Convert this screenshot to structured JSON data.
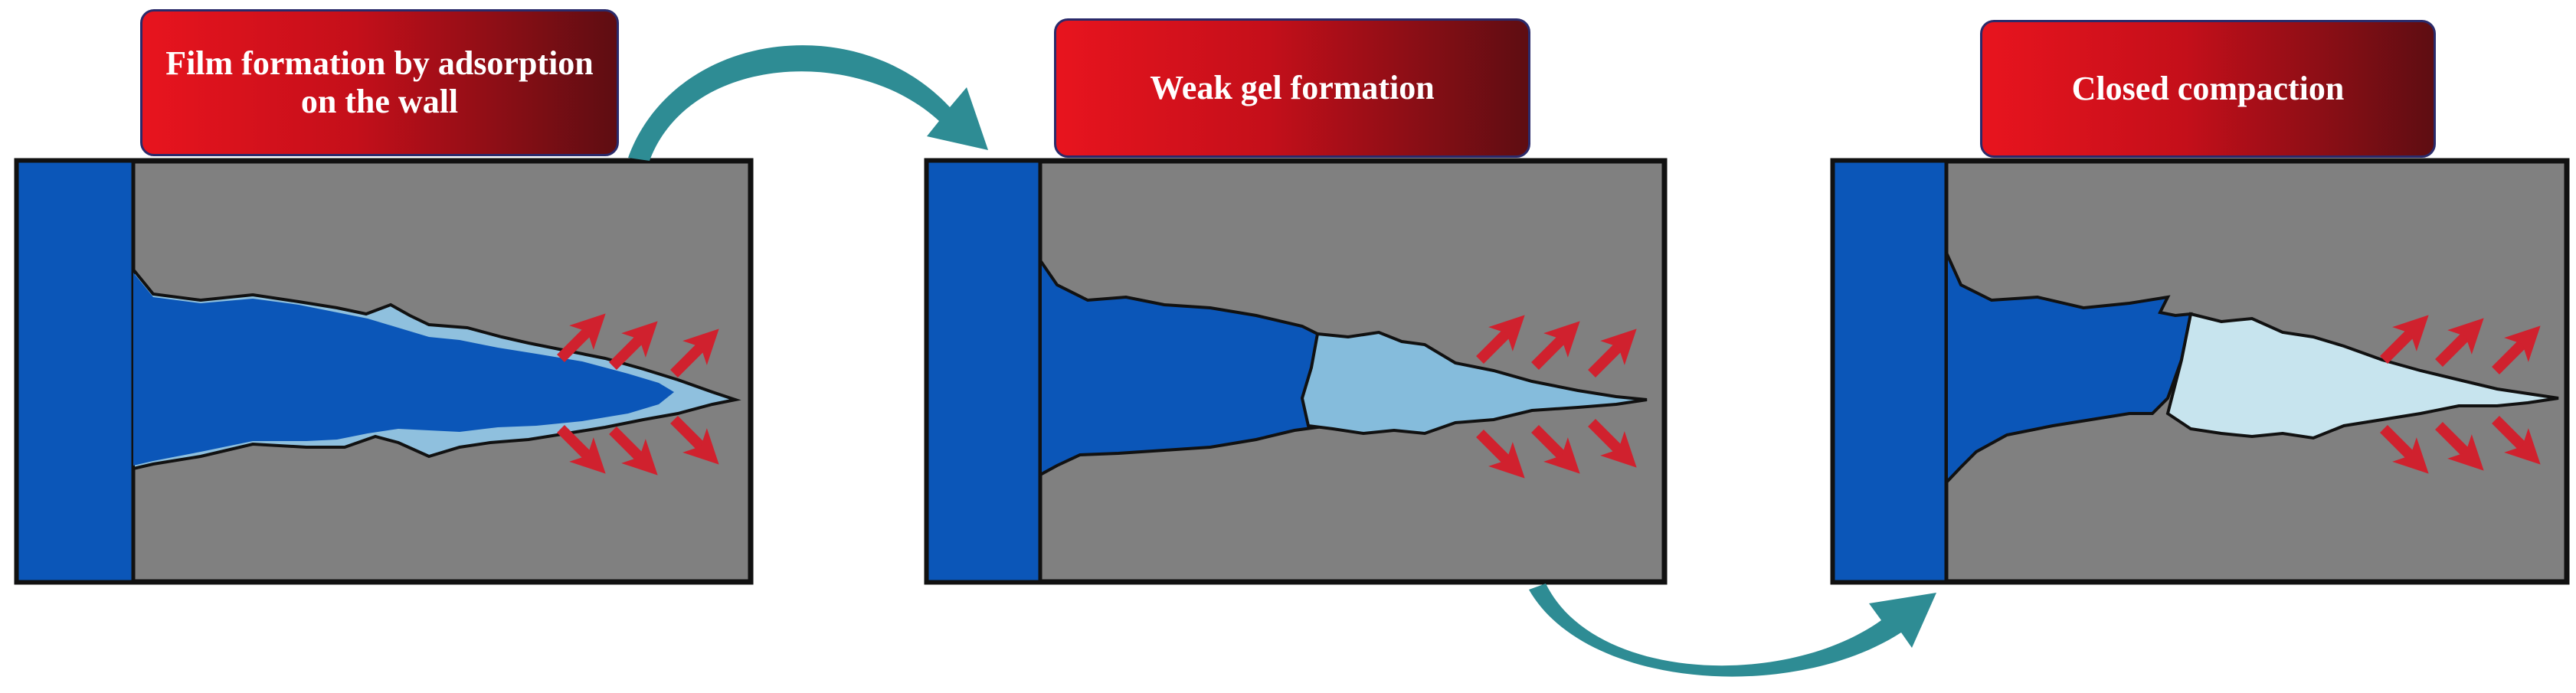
{
  "stages": [
    {
      "title": "Film formation by adsorption on the wall",
      "gel_color": "#8fc0de"
    },
    {
      "title": "Weak gel formation",
      "gel_color": "#85bcdc"
    },
    {
      "title": "Closed compaction",
      "gel_color": "#c7e4ee"
    }
  ],
  "colors": {
    "fluid": "#0b56b8",
    "rock": "#808080",
    "outline": "#111111",
    "arrow_red": "#d0212e",
    "flow_arrow": "#2e8c94",
    "label_start": "#e8141e",
    "label_end": "#5e0d12"
  }
}
